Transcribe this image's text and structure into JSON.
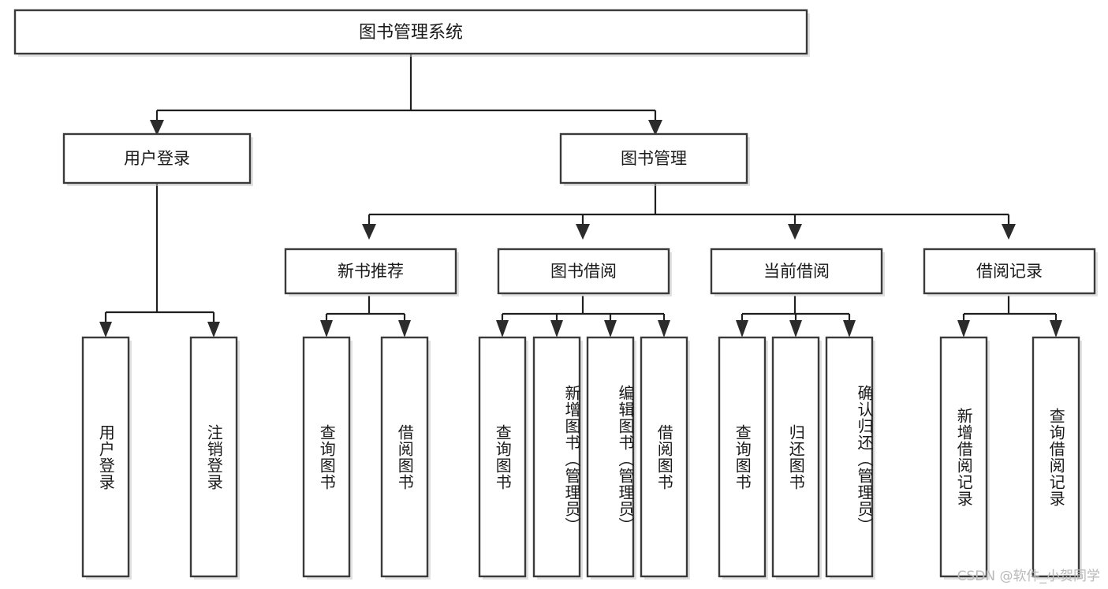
{
  "diagram": {
    "title": "图书管理系统",
    "type": "tree",
    "root": {
      "id": "root",
      "label": "图书管理系统"
    },
    "level2": [
      {
        "id": "user-login",
        "label": "用户登录"
      },
      {
        "id": "book-manage",
        "label": "图书管理"
      }
    ],
    "level3": [
      {
        "id": "new-book-rec",
        "label": "新书推荐",
        "parent": "book-manage"
      },
      {
        "id": "book-borrow",
        "label": "图书借阅",
        "parent": "book-manage"
      },
      {
        "id": "current-borrow",
        "label": "当前借阅",
        "parent": "book-manage"
      },
      {
        "id": "borrow-record",
        "label": "借阅记录",
        "parent": "book-manage"
      }
    ],
    "leaves": {
      "user_login": [
        {
          "id": "leaf-user-login",
          "label": "用户登录"
        },
        {
          "id": "leaf-logout-login",
          "label": "注销登录"
        }
      ],
      "new_book_rec": [
        {
          "id": "leaf-query-book-1",
          "label": "查询图书"
        },
        {
          "id": "leaf-borrow-book-1",
          "label": "借阅图书"
        }
      ],
      "book_borrow": [
        {
          "id": "leaf-query-book-2",
          "label": "查询图书"
        },
        {
          "id": "leaf-add-book",
          "label": "新增图书（管理员）"
        },
        {
          "id": "leaf-edit-book",
          "label": "编辑图书（管理员）"
        },
        {
          "id": "leaf-borrow-book-2",
          "label": "借阅图书"
        }
      ],
      "current_borrow": [
        {
          "id": "leaf-query-book-3",
          "label": "查询图书"
        },
        {
          "id": "leaf-return-book",
          "label": "归还图书"
        },
        {
          "id": "leaf-confirm-return",
          "label": "确认归还（管理员）"
        }
      ],
      "borrow_record": [
        {
          "id": "leaf-add-record",
          "label": "新增借阅记录"
        },
        {
          "id": "leaf-query-record",
          "label": "查询借阅记录"
        }
      ]
    }
  },
  "watermark": {
    "text": "CSDN @软件_小贺同学"
  },
  "colors": {
    "background": "#ffffff",
    "box_border": "#3a3a3a",
    "box_fill": "#ffffff",
    "connector": "#1f1f1f",
    "text": "#1a1a1a",
    "watermark": "#b9b9b9"
  }
}
